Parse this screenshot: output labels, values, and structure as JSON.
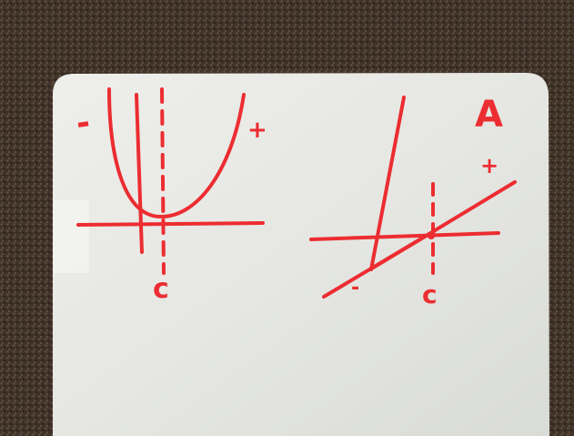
{
  "graph_left": {
    "minus_label": "-",
    "plus_label": "+",
    "c_label": "c"
  },
  "graph_right": {
    "a_label": "A",
    "plus_label": "+",
    "minus_label": "-",
    "c_label": "c"
  },
  "colors": {
    "carpet": "#3e3228",
    "board": "#e6e7e3",
    "ink": "#ec2d31"
  }
}
